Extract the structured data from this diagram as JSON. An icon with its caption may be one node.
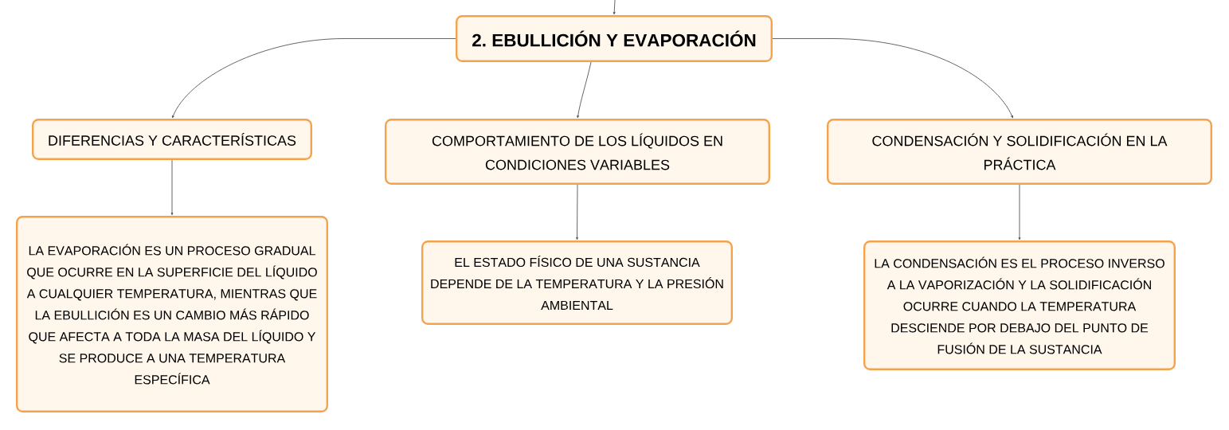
{
  "diagram": {
    "nodes": [
      {
        "text": [
          "2. EBULLICIÓN Y EVAPORACIÓN"
        ]
      },
      {
        "text": [
          "DIFERENCIAS Y CARACTERÍSTICAS"
        ]
      },
      {
        "text": [
          "COMPORTAMIENTO DE LOS LÍQUIDOS EN CONDICIONES VARIABLES"
        ]
      },
      {
        "text": [
          "CONDENSACIÓN Y SOLIDIFICACIÓN EN LA PRÁCTICA"
        ]
      },
      {
        "text": [
          "LA EVAPORACIÓN ES UN PROCESO GRADUAL QUE OCURRE EN LA SUPERFICIE DEL LÍQUIDO A CUALQUIER TEMPERATURA, MIENTRAS QUE LA EBULLICIÓN ES UN CAMBIO MÁS RÁPIDO QUE AFECTA A TODA LA MASA DEL LÍQUIDO Y SE PRODUCE A UNA TEMPERATURA ESPECÍFICA"
        ]
      },
      {
        "text": [
          "EL ESTADO FÍSICO DE UNA SUSTANCIA DEPENDE DE LA TEMPERATURA Y LA PRESIÓN AMBIENTAL"
        ]
      },
      {
        "text": [
          "LA CONDENSACIÓN ES EL PROCESO INVERSO A LA VAPORIZACIÓN Y LA SOLIDIFICACIÓN OCURRE CUANDO LA TEMPERATURA DESCIENDE POR DEBAJO DEL PUNTO DE FUSIÓN DE LA SUSTANCIA"
        ]
      }
    ],
    "edges": [
      {
        "from": null,
        "to": 0,
        "arrow": "to"
      },
      {
        "from": 0,
        "to": 1,
        "arrow": "to"
      },
      {
        "from": 0,
        "to": 2,
        "arrow": "to"
      },
      {
        "from": 0,
        "to": 3,
        "arrow": "to"
      },
      {
        "from": 1,
        "to": 4,
        "arrow": "to"
      },
      {
        "from": 2,
        "to": 5,
        "arrow": "to"
      },
      {
        "from": 3,
        "to": 6,
        "arrow": "to"
      }
    ]
  }
}
